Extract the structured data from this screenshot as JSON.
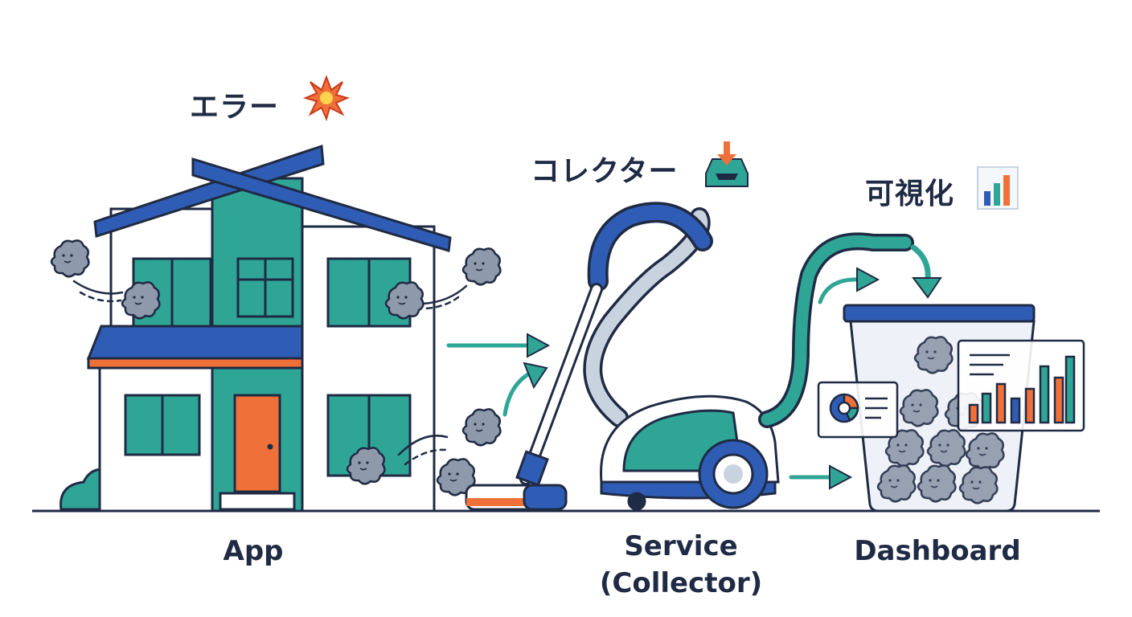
{
  "labels": {
    "error": "エラー",
    "collector_jp": "コレクター",
    "visualize": "可視化",
    "app": "App",
    "service_line1": "Service",
    "service_line2": "(Collector)",
    "dashboard": "Dashboard"
  },
  "icons": {
    "error": "explosion-icon",
    "collector": "inbox-download-icon",
    "visualize": "bar-chart-icon"
  },
  "colors": {
    "navy": "#1f2a44",
    "blue": "#2f5db5",
    "teal": "#2fa596",
    "orange": "#f0703a",
    "dust": "#8e99ab",
    "glass": "#e8eef5"
  }
}
